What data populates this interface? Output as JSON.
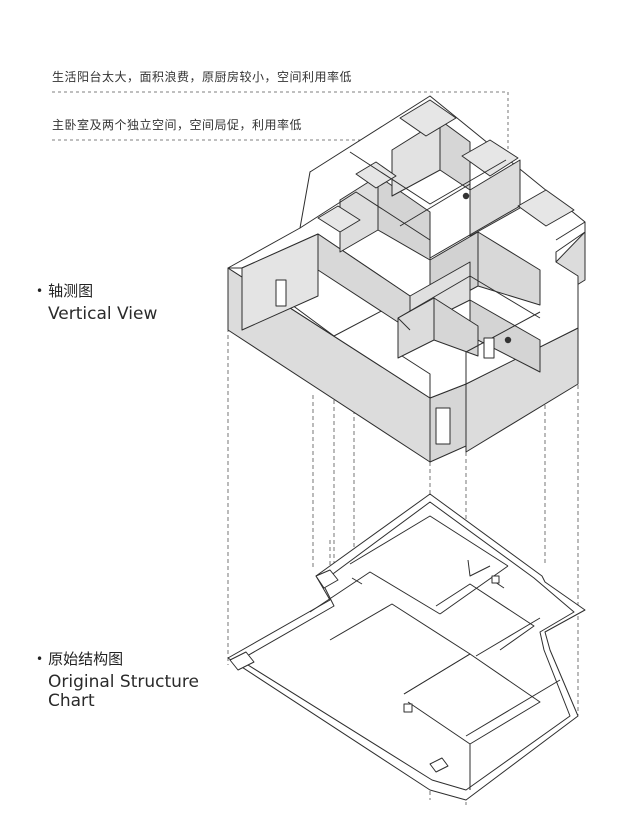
{
  "notes": {
    "first": "生活阳台太大，面积浪费，原厨房较小，空间利用率低",
    "second": "主卧室及两个独立空间，空间局促，利用率低"
  },
  "views": {
    "axonometric": {
      "bullet": "•",
      "title_zh": "轴测图",
      "title_en": "Vertical View"
    },
    "original": {
      "bullet": "•",
      "title_zh": "原始结构图",
      "title_en_line1": "Original Structure",
      "title_en_line2": "Chart"
    }
  },
  "colors": {
    "wall_side": "#dcdcdc",
    "wall_top": "#ffffff",
    "floor": "#ffffff",
    "line": "#333333",
    "dashed": "#555555",
    "marker": "#333333"
  }
}
